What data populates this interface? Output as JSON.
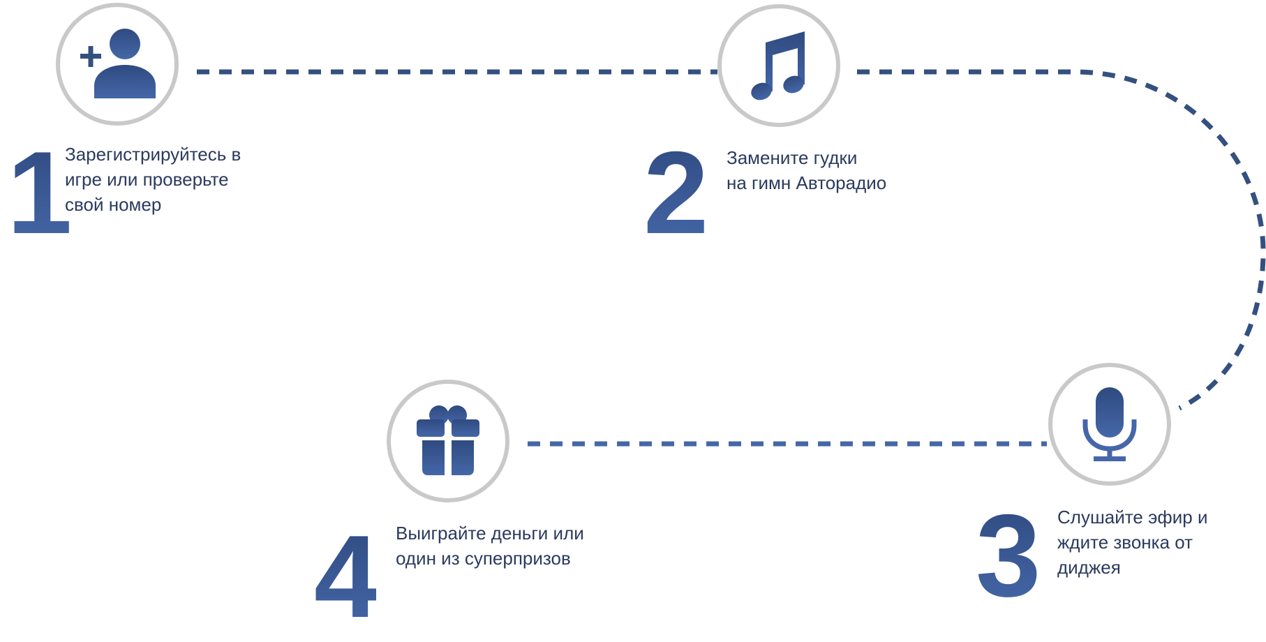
{
  "colors": {
    "accent": "#3d5892",
    "ring": "#c9c9c9",
    "text": "#2b3a5e"
  },
  "steps": [
    {
      "number": "1",
      "icon": "add-user-icon",
      "text": "Зарегистрируйтесь в\nигре или проверьте\nсвой номер"
    },
    {
      "number": "2",
      "icon": "music-note-icon",
      "text": "Замените гудки\nна гимн Авторадио"
    },
    {
      "number": "3",
      "icon": "microphone-icon",
      "text": "Слушайте эфир и\nждите звонка от\nдиджея"
    },
    {
      "number": "4",
      "icon": "gift-icon",
      "text": "Выиграйте деньги или\nодин из суперпризов"
    }
  ]
}
